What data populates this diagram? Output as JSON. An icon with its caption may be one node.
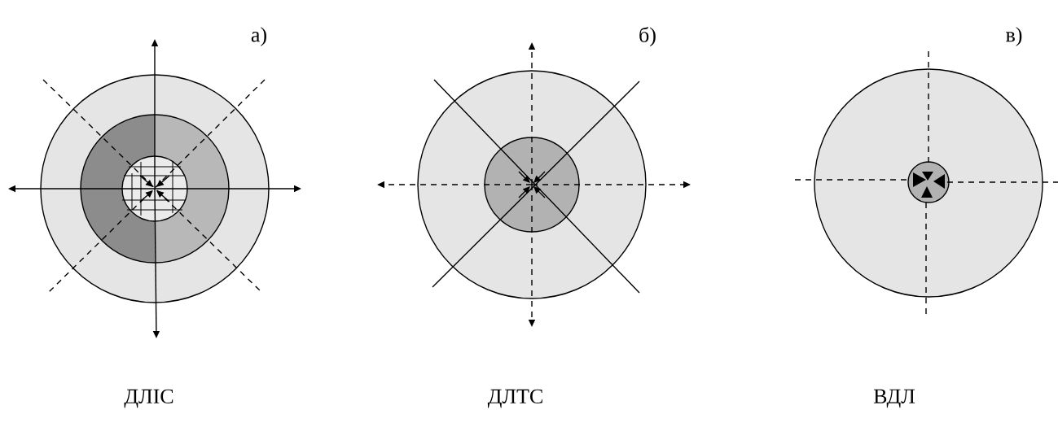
{
  "diagram": {
    "labels": [
      "а)",
      "б)",
      "в)",
      "ДЛІС",
      "ДЛТС",
      "ВДЛ"
    ]
  }
}
